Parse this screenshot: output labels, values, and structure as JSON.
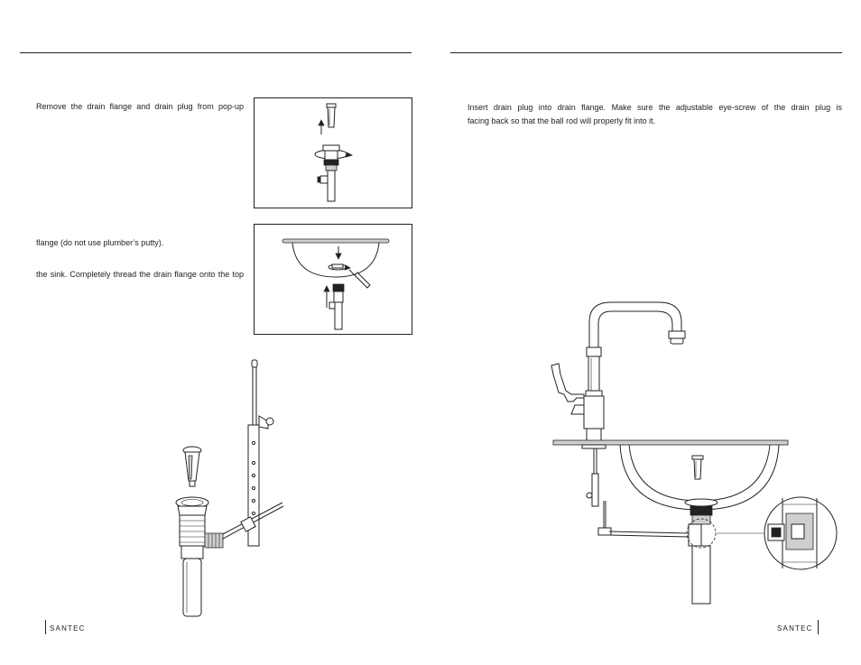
{
  "left_page": {
    "step1_text": "Remove the drain flange and drain plug from pop-up",
    "step2_text_a": "flange (do not use plumber’s putty).",
    "step2_text_b": "the sink. Completely thread the drain flange onto the top",
    "brand": "SANTEC"
  },
  "right_page": {
    "text_line1": "Insert drain plug into drain flange.  Make sure the adjustable eye-screw of the drain plug is",
    "text_line2": "facing back so that the ball rod will properly fit into it.",
    "brand": "SANTEC"
  }
}
